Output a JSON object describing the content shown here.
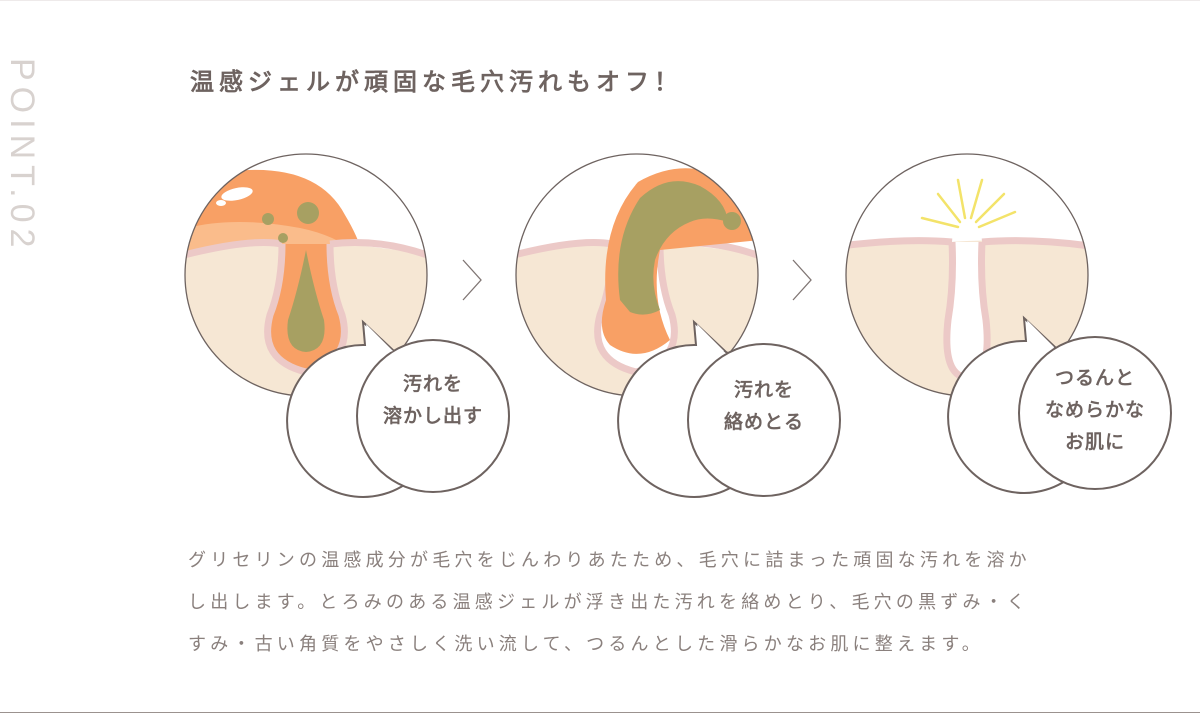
{
  "section_label": "POINT.02",
  "headline": "温感ジェルが頑固な毛穴汚れもオフ！",
  "steps": [
    {
      "lines": [
        "汚れを",
        "溶かし出す"
      ]
    },
    {
      "lines": [
        "汚れを",
        "絡めとる"
      ]
    },
    {
      "lines": [
        "つるんと",
        "なめらかな",
        "お肌に"
      ]
    }
  ],
  "description_lines": [
    "グリセリンの温感成分が毛穴をじんわりあたため、毛穴に詰まった頑固な汚れを溶か",
    "し出します。とろみのある温感ジェルが浮き出た汚れを絡めとり、毛穴の黒ずみ・く",
    "すみ・古い角質をやさしく洗い流して、つるんとした滑らかなお肌に整えます。"
  ],
  "colors": {
    "skin": "#f6e7d4",
    "skin_line": "#ecc9c7",
    "gel_orange": "#f8a065",
    "gel_light": "#fbc79b",
    "dirt": "#a7a062",
    "outline": "#6e6360",
    "spark": "#f3e36a"
  }
}
